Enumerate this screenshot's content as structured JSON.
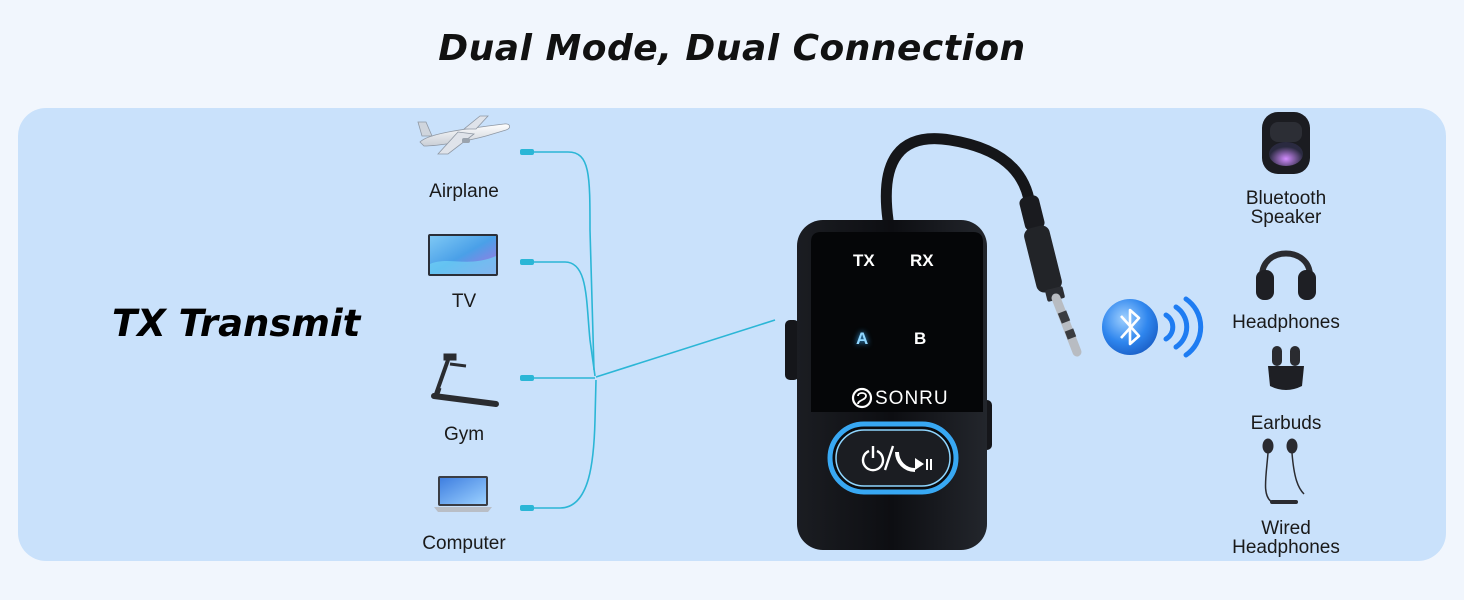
{
  "title": "Dual Mode, Dual Connection",
  "mode_label": "TX Transmit",
  "sources": [
    {
      "label": "Airplane",
      "icon": "airplane-icon"
    },
    {
      "label": "TV",
      "icon": "tv-icon"
    },
    {
      "label": "Gym",
      "icon": "treadmill-icon"
    },
    {
      "label": "Computer",
      "icon": "laptop-icon"
    }
  ],
  "device": {
    "brand": "SONRU",
    "tx": "TX",
    "rx": "RX",
    "a": "A",
    "b": "B",
    "accent": "#3ab0ff"
  },
  "outputs": [
    {
      "line1": "Bluetooth",
      "line2": "Speaker",
      "icon": "speaker-icon"
    },
    {
      "line1": "Headphones",
      "line2": "",
      "icon": "headphones-icon"
    },
    {
      "line1": "Earbuds",
      "line2": "",
      "icon": "earbuds-icon"
    },
    {
      "line1": "Wired",
      "line2": "Headphones",
      "icon": "wired-headphones-icon"
    }
  ],
  "colors": {
    "panel": "#c9e1fb",
    "background": "#f1f6fd",
    "cable": "#2bb6d6",
    "bluetooth": "#1e7cf2"
  }
}
